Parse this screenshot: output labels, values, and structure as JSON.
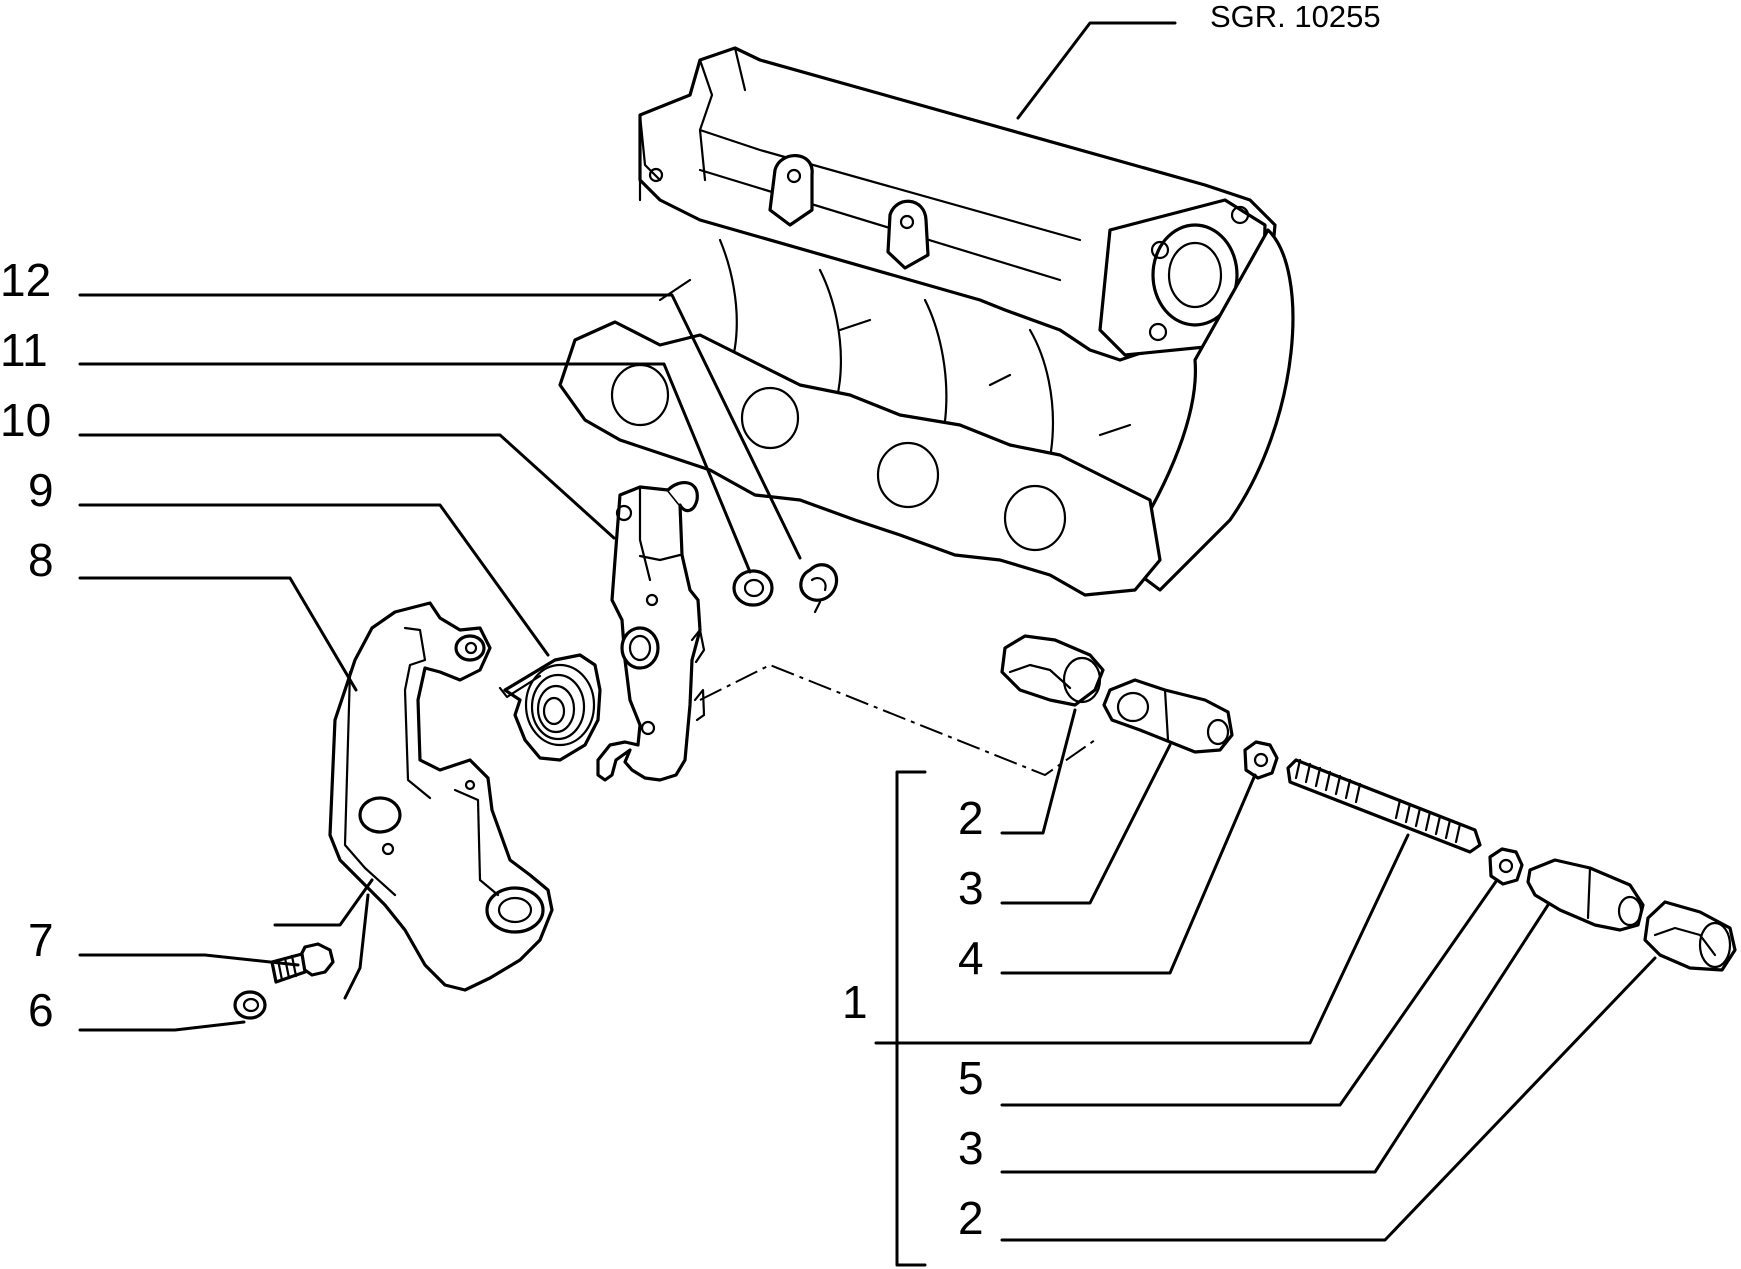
{
  "diagram": {
    "reference_code": "SGR. 10255",
    "callouts": [
      {
        "id": "c12",
        "label": "12"
      },
      {
        "id": "c11",
        "label": "11"
      },
      {
        "id": "c10",
        "label": "10"
      },
      {
        "id": "c9",
        "label": "9"
      },
      {
        "id": "c8",
        "label": "8"
      },
      {
        "id": "c7",
        "label": "7"
      },
      {
        "id": "c6",
        "label": "6"
      },
      {
        "id": "c2a",
        "label": "2"
      },
      {
        "id": "c3a",
        "label": "3"
      },
      {
        "id": "c4",
        "label": "4"
      },
      {
        "id": "c1",
        "label": "1"
      },
      {
        "id": "c5",
        "label": "5"
      },
      {
        "id": "c3b",
        "label": "3"
      },
      {
        "id": "c2b",
        "label": "2"
      }
    ]
  }
}
